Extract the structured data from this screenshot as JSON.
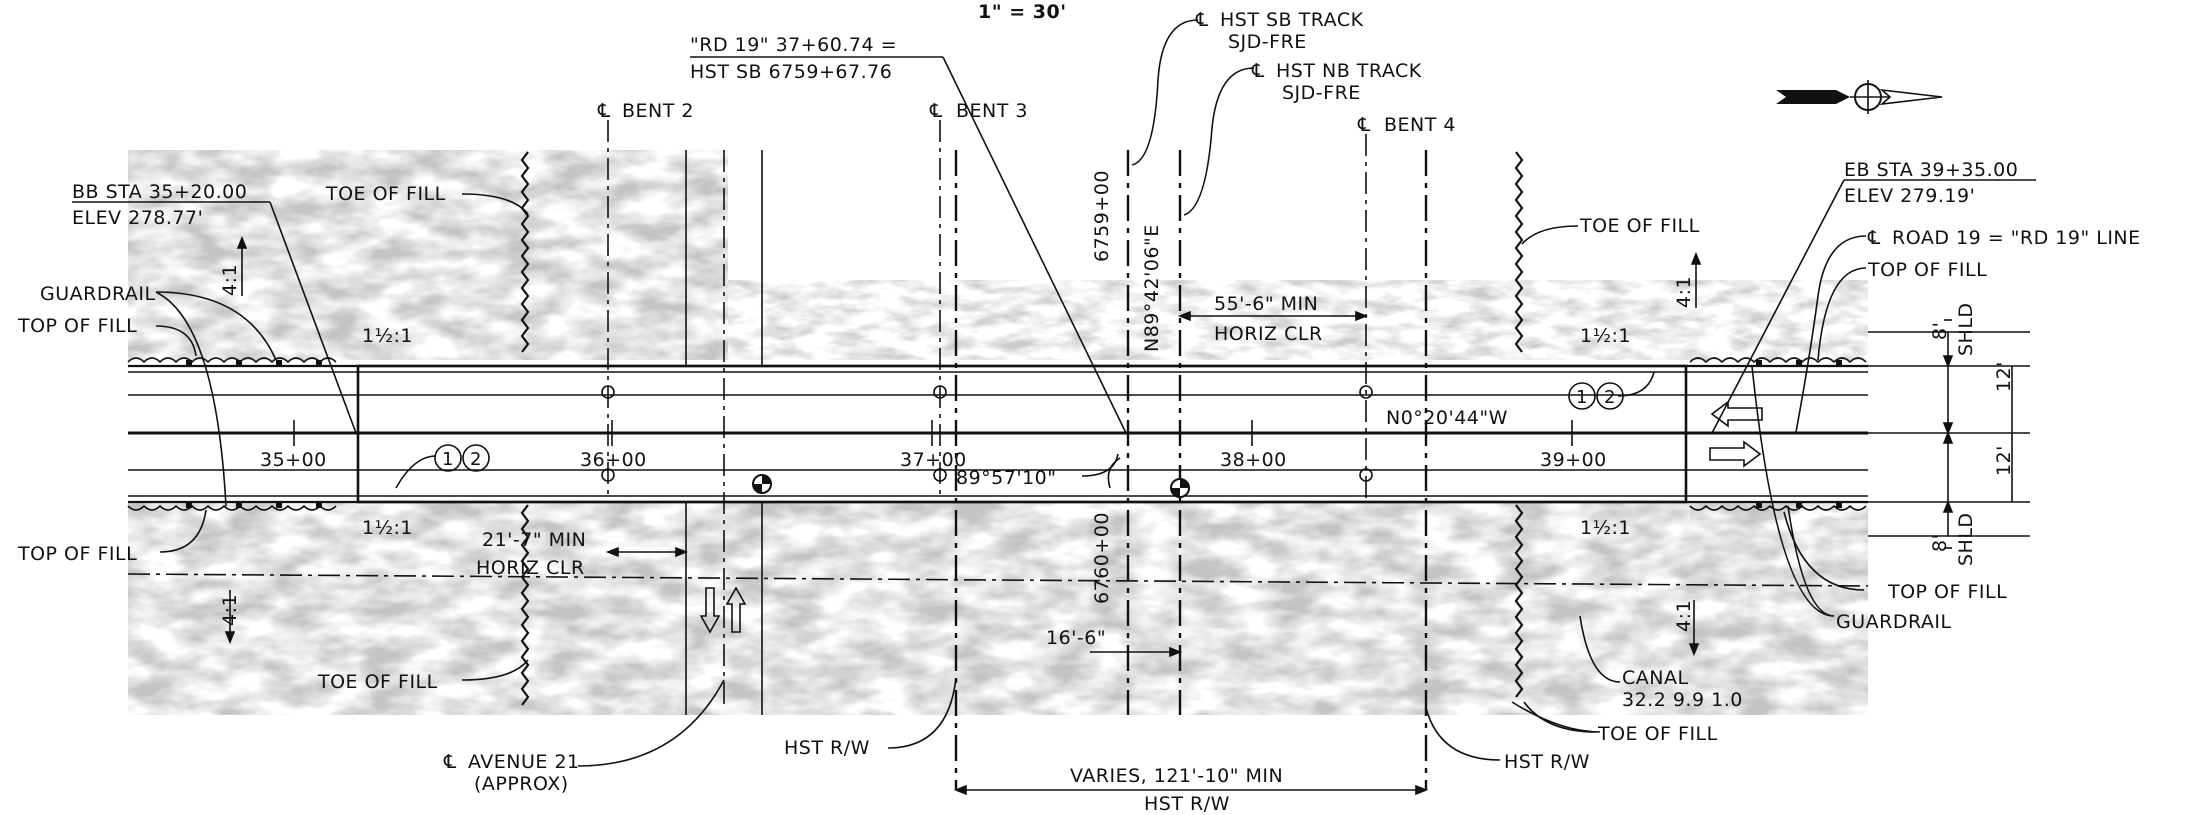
{
  "drawing": {
    "scale": "1\" = 30'",
    "ctr_sym": "℄",
    "rd19_eq_line1": "\"RD 19\" 37+60.74 =",
    "rd19_eq_line2": "HST SB 6759+67.76",
    "hst_sb_track_l1": "HST SB TRACK",
    "hst_sb_track_l2": "SJD-FRE",
    "hst_nb_track_l1": "HST NB TRACK",
    "hst_nb_track_l2": "SJD-FRE",
    "bent2": "BENT 2",
    "bent3": "BENT 3",
    "bent4": "BENT 4",
    "bb_sta": "BB STA 35+20.00",
    "bb_elev": "ELEV 278.77'",
    "eb_sta": "EB STA 39+35.00",
    "eb_elev": "ELEV 279.19'",
    "toe_of_fill": "TOE OF FILL",
    "top_of_fill": "TOP OF FILL",
    "guardrail": "GUARDRAIL",
    "road19_line": "ROAD 19 = \"RD 19\" LINE",
    "slope_41": "4:1",
    "slope_112": "1½:1",
    "sta_6759": "6759+00",
    "sta_6760": "6760+00",
    "bearing_sb": "N89°42'06\"E",
    "horiz_55": "55'-6\" MIN",
    "horiz_clr": "HORIZ CLR",
    "horiz_21": "21'-7\" MIN",
    "sta_35": "35+00",
    "sta_36": "36+00",
    "sta_37": "37+00",
    "sta_38": "38+00",
    "sta_39": "39+00",
    "bearing_rd": "N0°20'44\"W",
    "angle": "89°57'10\"",
    "circle1": "1",
    "circle2": "2",
    "dim_8": "8'",
    "dim_12": "12'",
    "shld": "SHLD",
    "dim_16": "16'-6\"",
    "canal_l1": "CANAL",
    "canal_l2": "32.2 9.9 1.0",
    "avenue21_l1": "AVENUE 21",
    "avenue21_l2": "(APPROX)",
    "hst_rw": "HST R/W",
    "varies": "VARIES, 121'-10\" MIN"
  }
}
